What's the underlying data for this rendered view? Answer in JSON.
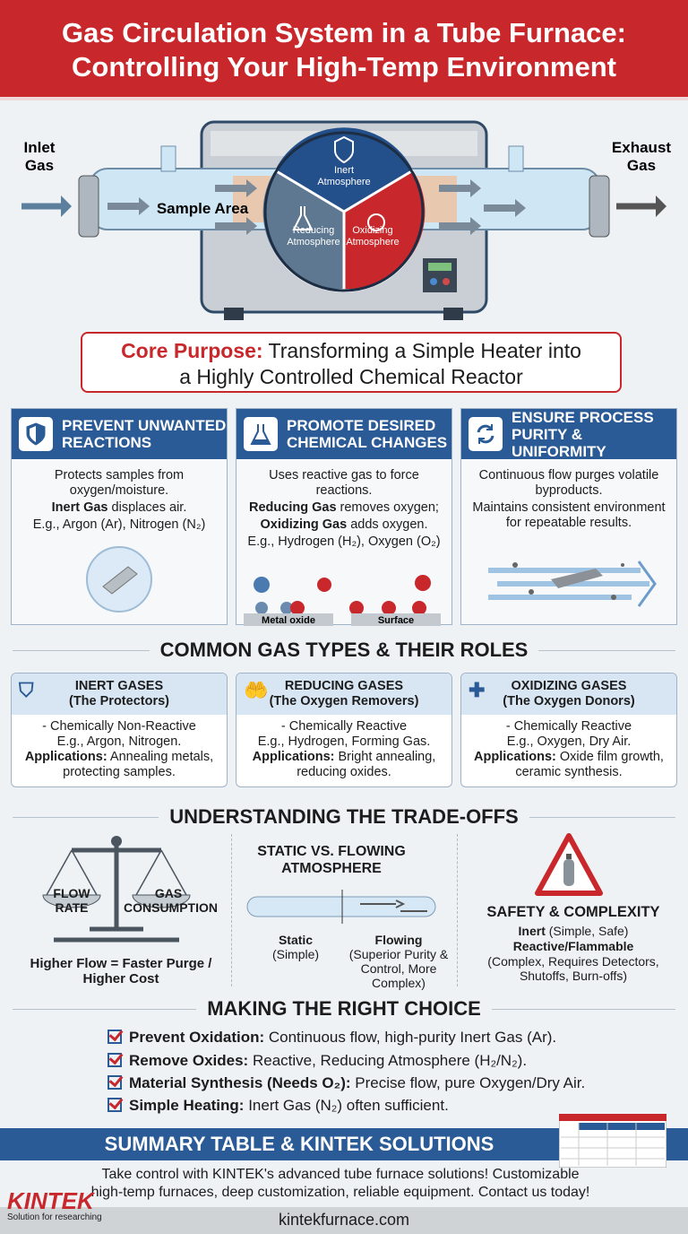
{
  "header": {
    "line1": "Gas Circulation System in a Tube Furnace:",
    "line2": "Controlling Your High-Temp Environment"
  },
  "diagram": {
    "inlet_line1": "Inlet",
    "inlet_line2": "Gas",
    "exhaust_line1": "Exhaust",
    "exhaust_line2": "Gas",
    "sample_area": "Sample Area",
    "inert_line1": "Inert",
    "inert_line2": "Atmosphere",
    "reducing_line1": "Reducing",
    "reducing_line2": "Atmosphere",
    "oxidizing_line1": "Oxidizing",
    "oxidizing_line2": "Atmosphere",
    "colors": {
      "inert": "#234f8a",
      "reducing": "#5d7890",
      "oxidizing": "#c8282b"
    }
  },
  "core": {
    "label": "Core Purpose:",
    "line1": " Transforming a Simple Heater into",
    "line2": "a Highly Controlled Chemical Reactor"
  },
  "purposes": [
    {
      "title": "Prevent Unwanted Reactions",
      "icon": "shield-icon",
      "lines": [
        "Protects samples from oxygen/moisture."
      ],
      "bold": "Inert Gas",
      "bold_rest": " displaces air.",
      "example": "E.g., Argon (Ar), Nitrogen (N₂)"
    },
    {
      "title": "Promote Desired Chemical Changes",
      "icon": "flask-icon",
      "lines": [
        "Uses reactive gas to force reactions."
      ],
      "bold": "Reducing Gas",
      "bold_rest": " removes oxygen;",
      "bold2": "Oxidizing Gas",
      "bold2_rest": " adds oxygen.",
      "example": "E.g., Hydrogen (H₂), Oxygen (O₂)",
      "label_a": "Metal oxide",
      "label_b": "Surface"
    },
    {
      "title": "Ensure Process Purity & Uniformity",
      "icon": "cycle-icon",
      "lines": [
        "Continuous flow purges volatile byproducts.",
        "Maintains consistent environment for repeatable results."
      ]
    }
  ],
  "gas_types": {
    "title": "COMMON GAS TYPES & THEIR ROLES",
    "cards": [
      {
        "name": "INERT GASES",
        "role": "(The Protectors)",
        "icon": "shield-icon",
        "line1": "- Chemically Non-Reactive",
        "line2": "E.g., Argon, Nitrogen.",
        "app_label": "Applications:",
        "app": " Annealing metals, protecting samples."
      },
      {
        "name": "REDUCING GASES",
        "role": "(The Oxygen Removers)",
        "icon": "hand-icon",
        "line1": "- Chemically Reactive",
        "line2": "E.g., Hydrogen, Forming Gas.",
        "app_label": "Applications:",
        "app": " Bright annealing, reducing oxides."
      },
      {
        "name": "OXIDIZING GASES",
        "role": "(The Oxygen Donors)",
        "icon": "hand-plus-icon",
        "line1": "- Chemically Reactive",
        "line2": "E.g., Oxygen, Dry Air.",
        "app_label": "Applications:",
        "app": " Oxide film growth, ceramic synthesis."
      }
    ]
  },
  "tradeoffs": {
    "title": "UNDERSTANDING THE TRADE-OFFS",
    "scale": {
      "left": "FLOW RATE",
      "right": "GAS CONSUMPTION",
      "caption": "Higher Flow = Faster Purge / Higher Cost"
    },
    "static_flow": {
      "title": "STATIC VS. FLOWING ATMOSPHERE",
      "static": "Static",
      "static_sub": "(Simple)",
      "flowing": "Flowing",
      "flowing_sub": "(Superior Purity & Control, More Complex)"
    },
    "safety": {
      "title": "SAFETY & COMPLEXITY",
      "inert_b": "Inert",
      "inert": " (Simple, Safe)",
      "reactive_b": "Reactive/Flammable",
      "reactive": "(Complex, Requires Detectors, Shutoffs, Burn-offs)"
    }
  },
  "choice": {
    "title": "MAKING THE RIGHT CHOICE",
    "items": [
      {
        "b": "Prevent Oxidation:",
        "t": " Continuous flow, high-purity Inert Gas (Ar)."
      },
      {
        "b": "Remove Oxides:",
        "t": " Reactive, Reducing Atmosphere (H₂/N₂)."
      },
      {
        "b": "Material Synthesis (Needs O₂):",
        "t": " Precise flow, pure Oxygen/Dry Air."
      },
      {
        "b": "Simple Heating:",
        "t": " Inert Gas (N₂) often sufficient."
      }
    ]
  },
  "summary": {
    "title": "SUMMARY TABLE & KINTEK SOLUTIONS",
    "promo": "Take control with KINTEK's advanced tube furnace solutions! Customizable high-temp furnaces, deep customization, reliable equipment. Contact us today!",
    "url": "kintekfurnace.com"
  },
  "logo": {
    "name": "KINTEK",
    "tagline": "Solution for researching"
  }
}
